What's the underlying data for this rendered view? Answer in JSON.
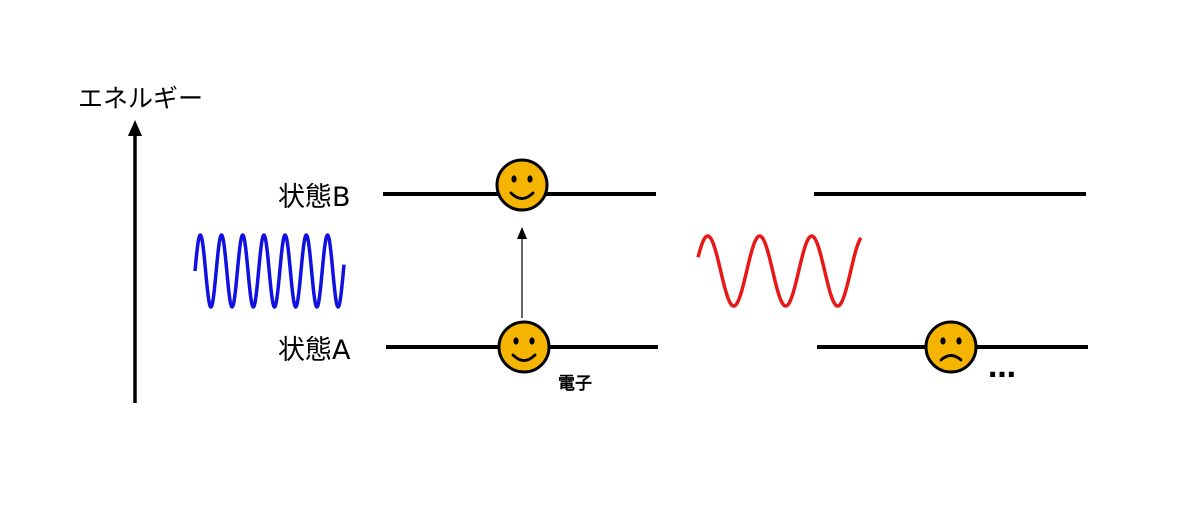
{
  "axis": {
    "label": "エネルギー"
  },
  "states": {
    "b_label": "状態B",
    "a_label": "状態A"
  },
  "electron": {
    "label": "電子"
  },
  "continuation": {
    "label": "…"
  },
  "colors": {
    "short_wave": "#1010e0",
    "long_wave": "#e81818",
    "face_fill": "#f5b400",
    "line": "#000000"
  },
  "icons": {
    "happy_face": "smiley-icon",
    "sad_face": "frown-icon"
  }
}
